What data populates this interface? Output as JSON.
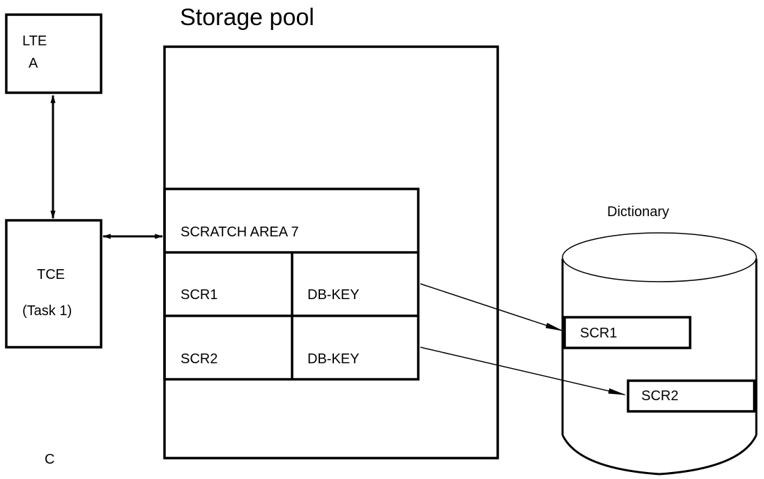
{
  "title": "Storage pool",
  "lte_box": {
    "line1": "LTE",
    "line2": "A"
  },
  "tce_box": {
    "line1": "TCE",
    "line2": "(Task 1)"
  },
  "scratch_area": {
    "header": "SCRATCH AREA 7",
    "rows": [
      {
        "name": "SCR1",
        "key": "DB-KEY"
      },
      {
        "name": "SCR2",
        "key": "DB-KEY"
      }
    ]
  },
  "dictionary": {
    "label": "Dictionary",
    "records": [
      "SCR1",
      "SCR2"
    ]
  },
  "corner_label": "C",
  "colors": {
    "line": "#000000",
    "background": "#ffffff"
  }
}
